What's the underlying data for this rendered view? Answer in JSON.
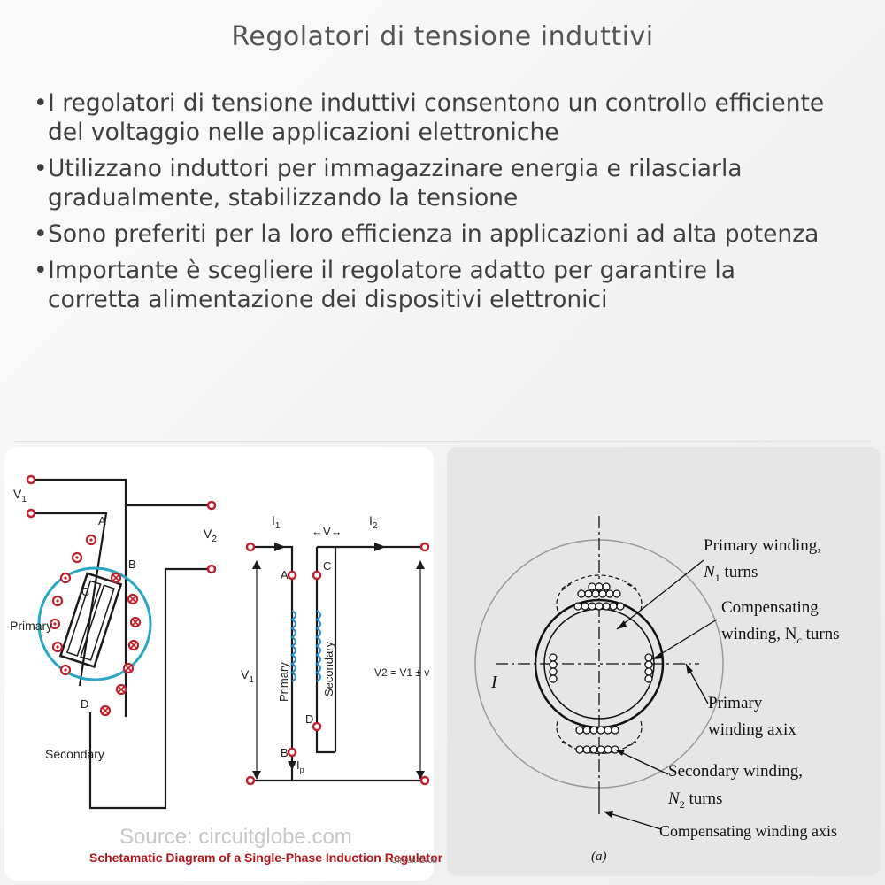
{
  "title": "Regolatori di tensione induttivi",
  "bullets": [
    "I regolatori di tensione induttivi consentono un controllo efficiente del voltaggio nelle applicazioni elettroniche",
    "Utilizzano induttori per immagazzinare energia e rilasciarla gradualmente, stabilizzando la tensione",
    "Sono preferiti per la loro efficienza in applicazioni ad alta potenza",
    "Importante è scegliere il regolatore adatto per garantire la corretta alimentazione dei dispositivi elettronici"
  ],
  "left_diagram": {
    "labels": {
      "v1": "V",
      "v1_sub": "1",
      "v2": "V",
      "v2_sub": "2",
      "a": "A",
      "b": "B",
      "c": "C",
      "d": "D",
      "primary": "Primary",
      "secondary": "Secondary",
      "i1": "I",
      "i1_sub": "1",
      "i2": "I",
      "i2_sub": "2",
      "v_arrow": "←V→",
      "v1_right": "V",
      "v1_right_sub": "1",
      "v2_formula": "V2 = V1 ± v",
      "a2": "A",
      "b2": "B",
      "c2": "C",
      "d2": "D",
      "ip": "I",
      "ip_sub": "p",
      "primary_coil": "Primary",
      "secondary_coil": "Secondary"
    },
    "source": "Source: circuitglobe.com",
    "caption": "Schetamatic Diagram of a Single-Phase Induction Regulator",
    "watermark": "Circuit Glob"
  },
  "right_diagram": {
    "primary_winding": "Primary winding,",
    "n1_turns": "N",
    "n1_sub": "1",
    "n1_rest": " turns",
    "compensating_winding": "Compensating",
    "nc_line": "winding, N",
    "nc_sub": "c",
    "nc_rest": " turns",
    "primary_axis_1": "Primary",
    "primary_axis_2": "winding axix",
    "secondary_winding": "Secondary winding,",
    "n2_turns": "N",
    "n2_sub": "2",
    "n2_rest": " turns",
    "compensating_axis": "Compensating winding axis",
    "i_label": "I",
    "panel_label": "(a)"
  },
  "colors": {
    "red": "#c0202a",
    "cyan": "#2aa6c6",
    "coil_blue": "#2a8ed0",
    "caption_red": "#b5161c"
  }
}
